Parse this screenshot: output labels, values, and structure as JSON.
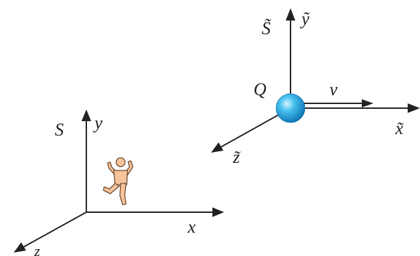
{
  "frame_s": {
    "name": "S",
    "axis_x": "x",
    "axis_y": "y",
    "axis_z": "z"
  },
  "frame_s_tilde": {
    "name": "S̃",
    "axis_x": "x̃",
    "axis_y": "ỹ",
    "axis_z": "z̃"
  },
  "charge": {
    "label": "Q",
    "color": "#1fa6dc"
  },
  "velocity": {
    "label": "v"
  },
  "colors": {
    "axis": "#222222",
    "figure_fill": "#f6c39a",
    "figure_stroke": "#6b4a2f",
    "sphere_dark": "#0a6fb0",
    "sphere_light": "#8fe3ff"
  },
  "icons": {
    "observer": "running-person-icon",
    "charge": "sphere-icon"
  }
}
